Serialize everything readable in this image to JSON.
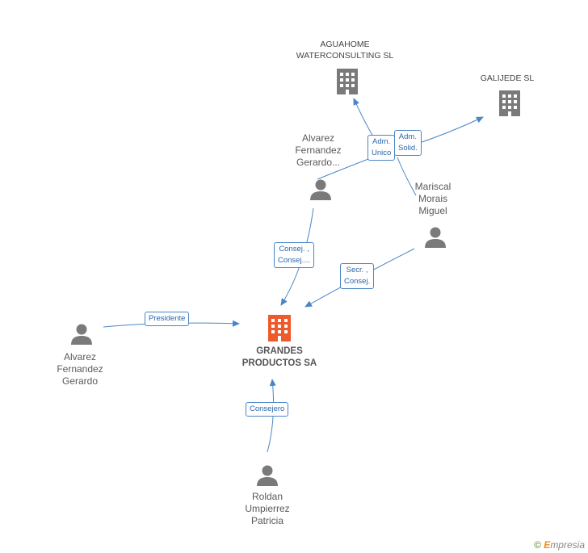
{
  "nodes": {
    "aguahome": {
      "label_line1": "AGUAHOME",
      "label_line2": "WATERCONSULTING SL",
      "icon": "building-icon"
    },
    "galijede": {
      "label_line1": "GALIJEDE SL",
      "icon": "building-icon"
    },
    "alvarez_top": {
      "line1": "Alvarez",
      "line2": "Fernandez",
      "line3": "Gerardo...",
      "icon": "person-icon"
    },
    "mariscal": {
      "line1": "Mariscal",
      "line2": "Morais",
      "line3": "Miguel",
      "icon": "person-icon"
    },
    "grandes": {
      "line1": "GRANDES",
      "line2": "PRODUCTOS SA",
      "icon": "building-icon",
      "color": "#ee5a2b"
    },
    "alvarez_left": {
      "line1": "Alvarez",
      "line2": "Fernandez",
      "line3": "Gerardo",
      "icon": "person-icon"
    },
    "roldan": {
      "line1": "Roldan",
      "line2": "Umpierrez",
      "line3": "Patricia",
      "icon": "person-icon"
    }
  },
  "edges": {
    "adm_unico": {
      "line1": "Adm.",
      "line2": "Unico"
    },
    "adm_solid": {
      "line1": "Adm.",
      "line2": "Solid."
    },
    "consej_top": {
      "line1": "Consej. ,",
      "line2": "Consej...."
    },
    "secr_consej": {
      "line1": "Secr. ,",
      "line2": "Consej."
    },
    "presidente": {
      "line1": "Presidente"
    },
    "consejero": {
      "line1": "Consejero"
    }
  },
  "footer": {
    "copyright": "©",
    "brand_first": "E",
    "brand_rest": "mpresia"
  },
  "colors": {
    "edge": "#4a86c5",
    "icon": "#7a7a7a",
    "main": "#ee5a2b"
  }
}
